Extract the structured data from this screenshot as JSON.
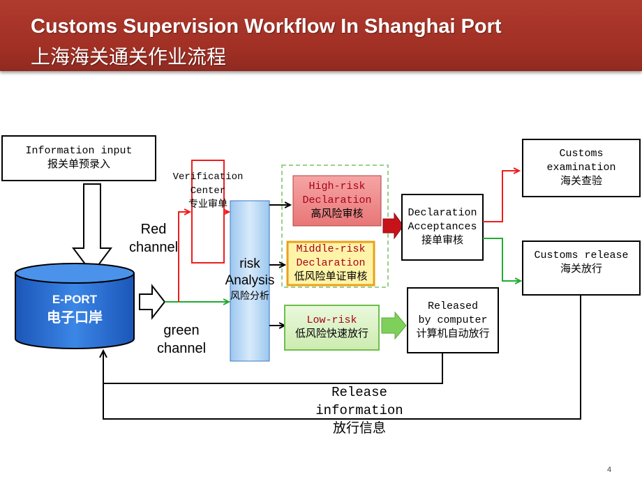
{
  "header": {
    "title": "Customs Supervision Workflow In Shanghai Port",
    "subtitle": "上海海关通关作业流程"
  },
  "nodes": {
    "info_input": [
      "Information input",
      "报关单预录入"
    ],
    "eport": [
      "E-PORT",
      "电子口岸"
    ],
    "verification": [
      "Verification",
      "Center",
      "专业审单"
    ],
    "risk": [
      "risk",
      "Analysis",
      "风险分析"
    ],
    "high_risk": [
      "High-risk",
      "Declaration",
      "高风险审核"
    ],
    "middle_risk": [
      "Middle-risk",
      "Declaration",
      "低风险单证审核"
    ],
    "low_risk": [
      "Low-risk",
      "低风险快速放行"
    ],
    "acceptance": [
      "Declaration",
      "Acceptances",
      "接单审核"
    ],
    "computer_release": [
      "Released",
      "by computer",
      "计算机自动放行"
    ],
    "examination": [
      "Customs",
      "examination",
      "海关查验"
    ],
    "customs_release": [
      "Customs release",
      "海关放行"
    ]
  },
  "labels": {
    "red_channel": [
      "Red",
      "channel"
    ],
    "green_channel": [
      "green",
      "channel"
    ],
    "release_info": [
      "Release",
      "information",
      "放行信息"
    ]
  },
  "colors": {
    "banner": "#a83226",
    "red_line": "#ee1c1c",
    "green_line": "#22aa33",
    "eport_fill": "#2a6fd6",
    "risk_fill": "#bcd8f3",
    "high_fill": "#f08a8a",
    "middle_fill": "#fff3a8",
    "low_fill": "#d8f0c0"
  },
  "page_number": "4"
}
